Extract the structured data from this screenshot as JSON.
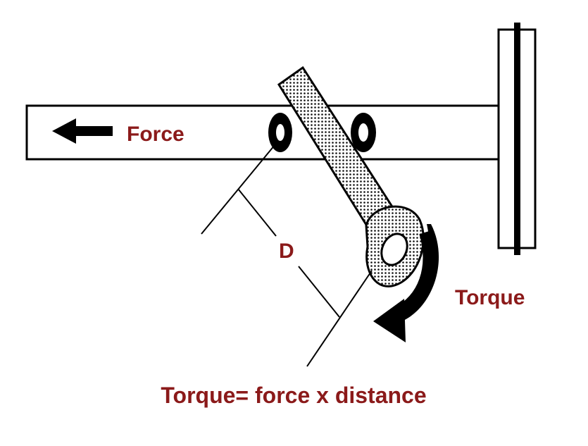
{
  "labels": {
    "force": "Force",
    "distance": "D",
    "torque": "Torque",
    "formula": "Torque= force x distance"
  },
  "colors": {
    "label": "#8b1a1a",
    "ink": "#000000",
    "background": "#ffffff"
  }
}
